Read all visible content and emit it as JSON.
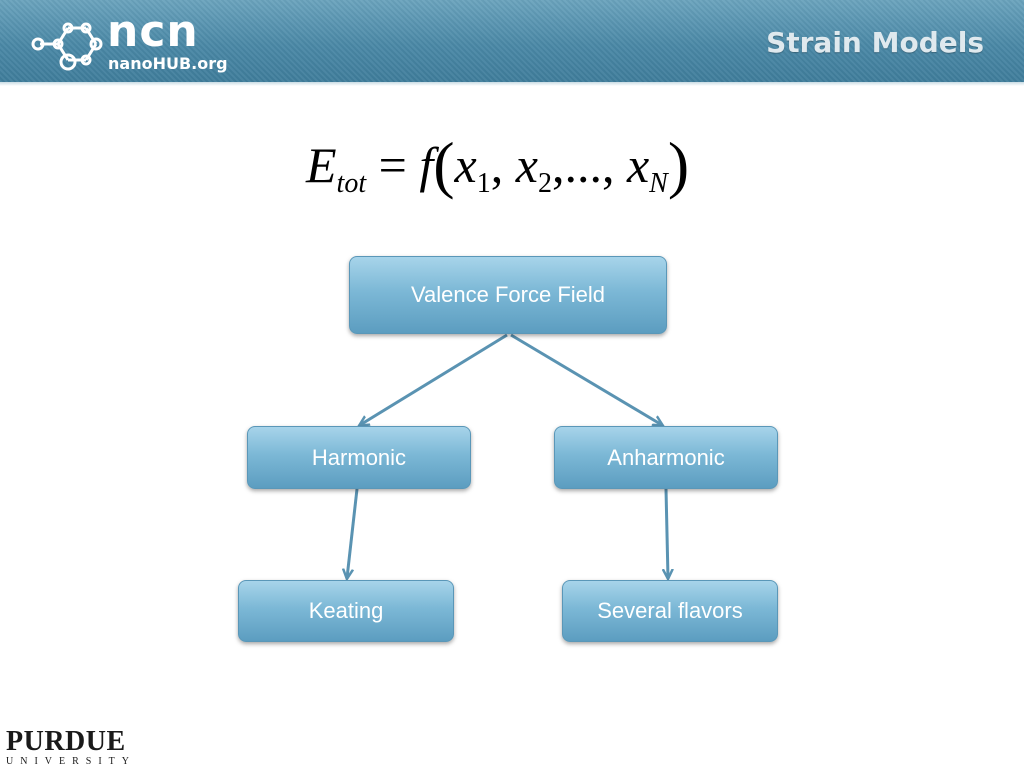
{
  "header": {
    "logo_word": "ncn",
    "logo_sub": "nanoHUB.org",
    "title": "Strain Models"
  },
  "equation": {
    "lhs": "E",
    "lhs_sub": "tot",
    "equals": "=",
    "func": "f",
    "x": "x",
    "sub1": "1",
    "sub2": "2",
    "ellipsis": ",...,",
    "subN": "N"
  },
  "diagram": {
    "root": "Valence Force Field",
    "left": "Harmonic",
    "right": "Anharmonic",
    "left_child": "Keating",
    "right_child": "Several flavors"
  },
  "footer": {
    "logo_word": "PURDUE",
    "logo_sub": "UNIVERSITY"
  },
  "colors": {
    "header": "#4a88a6",
    "node_top": "#a7d4ea",
    "node_bottom": "#5c9dc0",
    "connector": "#5a93b2"
  }
}
